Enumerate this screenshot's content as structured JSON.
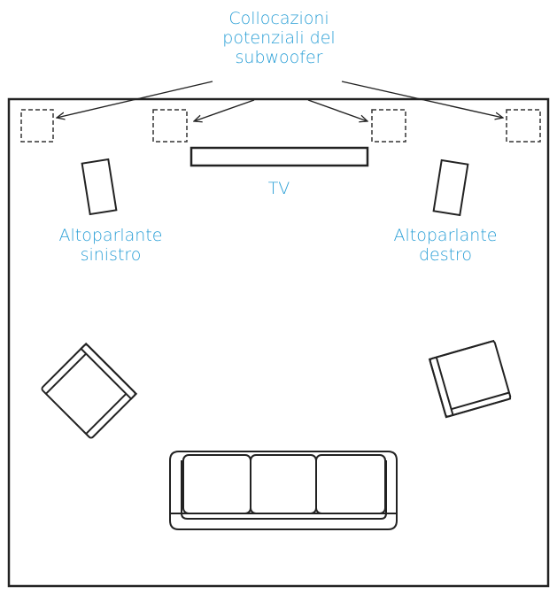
{
  "labels": {
    "subwoofer_title_line1": "Collocazioni",
    "subwoofer_title_line2": "potenziali del",
    "subwoofer_title_line3": "subwoofer",
    "tv": "TV",
    "left_speaker_line1": "Altoparlante",
    "left_speaker_line2": "sinistro",
    "right_speaker_line1": "Altoparlante",
    "right_speaker_line2": "destro"
  },
  "colors": {
    "label_blue": "#2a9fd6",
    "line": "#222222"
  }
}
